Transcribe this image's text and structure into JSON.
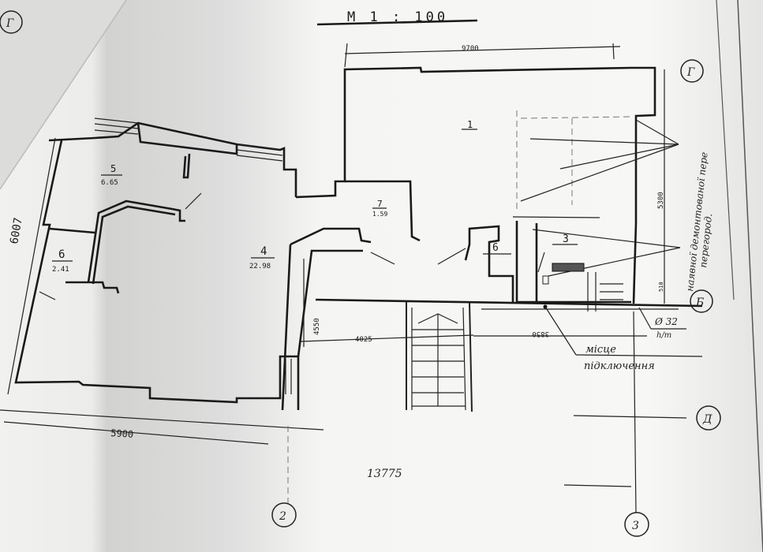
{
  "scale": "М 1 : 100",
  "dimensions": {
    "top_width": "9700",
    "right_height": "5300",
    "right_small": "510",
    "left_height": "6007",
    "bottom_left": "5900",
    "mid_vertical": "4550",
    "mid_horizontal": "4025",
    "right_horizontal": "3850",
    "total": "13775"
  },
  "rooms": [
    {
      "number": "1",
      "area": ""
    },
    {
      "number": "7",
      "area": "1.59"
    },
    {
      "number": "5",
      "area": "6.65"
    },
    {
      "number": "6",
      "area": "2.41"
    },
    {
      "number": "4",
      "area": "22.98"
    },
    {
      "number": "6",
      "area": ""
    },
    {
      "number": "3",
      "area": ""
    }
  ],
  "axes": [
    "Г",
    "Г",
    "Б",
    "Д",
    "2",
    "3"
  ],
  "notes": {
    "demolished_line1": "наявної демонтованої пере",
    "demolished_line2": "перегород.",
    "pipe_top": "Ø 32",
    "pipe_bottom": "h/т",
    "connection_line1": "місце",
    "connection_line2": "підключення"
  }
}
